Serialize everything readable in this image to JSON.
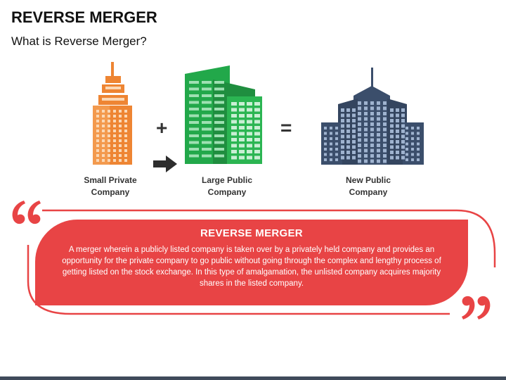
{
  "header": {
    "title": "REVERSE MERGER",
    "subtitle": "What is Reverse Merger?"
  },
  "diagram": {
    "plus_symbol": "+",
    "equals_symbol": "=",
    "items": [
      {
        "label_line1": "Small Private",
        "label_line2": "Company",
        "color": "#ee8533"
      },
      {
        "label_line1": "Large Public",
        "label_line2": "Company",
        "color": "#22a84a"
      },
      {
        "label_line1": "New Public",
        "label_line2": "Company",
        "color": "#3b4e6b"
      }
    ]
  },
  "definition": {
    "title": "REVERSE MERGER",
    "text": "A merger wherein a publicly listed company is taken over by a privately held company and provides an opportunity for the private company to go public without going through the complex and lengthy process of getting listed on the stock exchange. In this type of amalgamation, the unlisted company acquires majority shares in the listed company.",
    "accent_color": "#e84445"
  }
}
